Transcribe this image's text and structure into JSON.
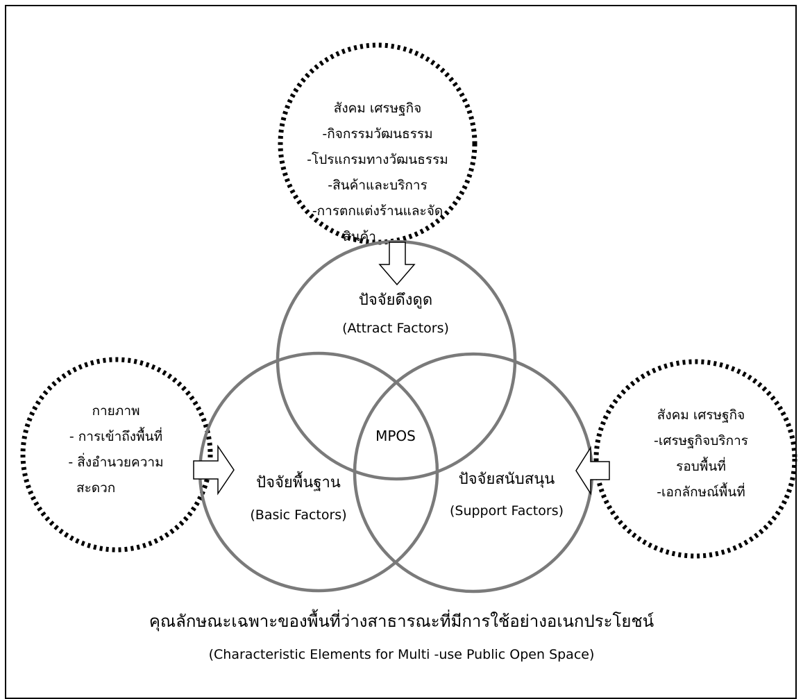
{
  "top_circle": {
    "lines": [
      "สังคม เศรษฐกิจ",
      "-กิจกรรมวัฒนธรรม",
      "-โปรแกรมทางวัฒนธรรม",
      "-สินค้าและบริการ",
      "-การตกแต่งร้านและจัด",
      "สินค้า"
    ]
  },
  "left_circle": {
    "lines": [
      "กายภาพ",
      "- การเข้าถึงพื้นที่",
      "- สิ่งอำนวยความ",
      "สะดวก"
    ]
  },
  "right_circle": {
    "lines": [
      "สังคม เศรษฐกิจ",
      "-เศรษฐกิจบริการ",
      "รอบพื้นที่",
      "-เอกลักษณ์พื้นที่"
    ]
  },
  "attract": {
    "thai": "ปัจจัยดึงดูด",
    "english": "(Attract Factors)"
  },
  "basic": {
    "thai": "ปัจจัยพื้นฐาน",
    "english": "(Basic Factors)"
  },
  "support": {
    "thai": "ปัจจัยสนับสนุน",
    "english": "(Support Factors)"
  },
  "center_label": "MPOS",
  "caption": {
    "thai": "คุณลักษณะเฉพาะของพื้นที่ว่างสาธารณะที่มีการใช้อย่างอเนกประโยชน์",
    "english": "(Characteristic Elements for Multi -use Public Open Space)"
  },
  "colors": {
    "circle_stroke": "#7a7a7a",
    "dotted_stroke": "#000000",
    "frame": "#000000"
  }
}
